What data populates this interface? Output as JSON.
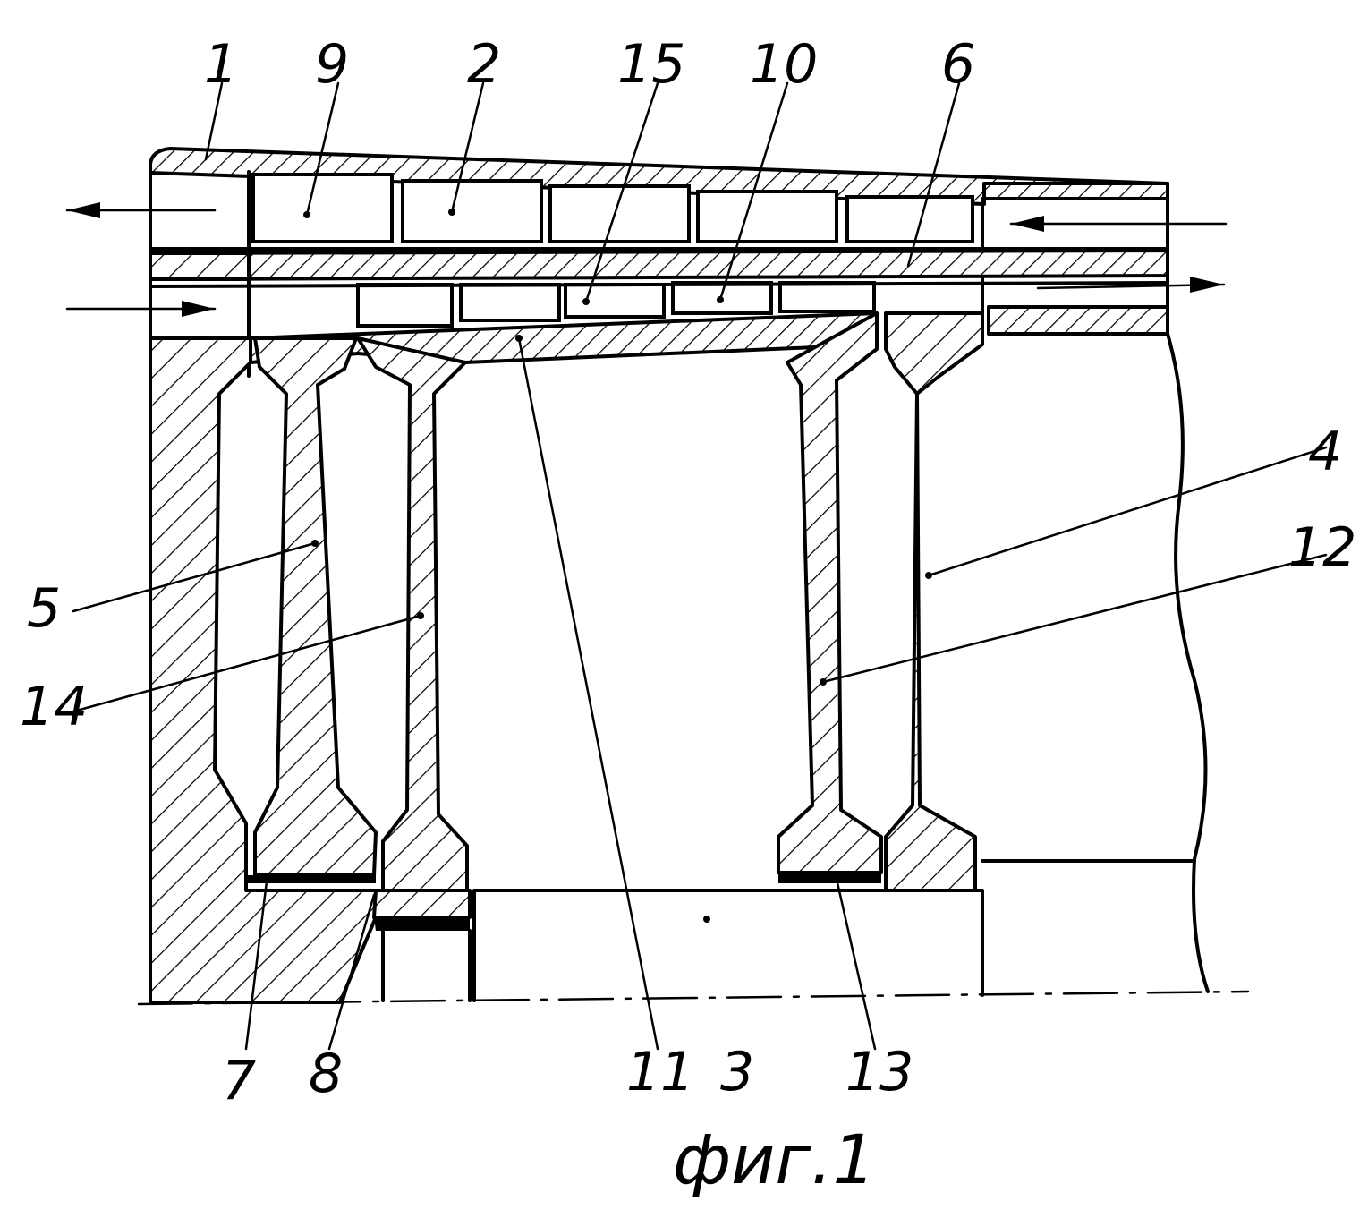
{
  "figure": {
    "caption": "фиг.1",
    "labels": {
      "l1": "1",
      "l2": "2",
      "l3": "3",
      "l4": "4",
      "l5": "5",
      "l6": "6",
      "l7": "7",
      "l8": "8",
      "l9": "9",
      "l10": "10",
      "l11": "11",
      "l12": "12",
      "l13": "13",
      "l14": "14",
      "l15": "15"
    }
  }
}
